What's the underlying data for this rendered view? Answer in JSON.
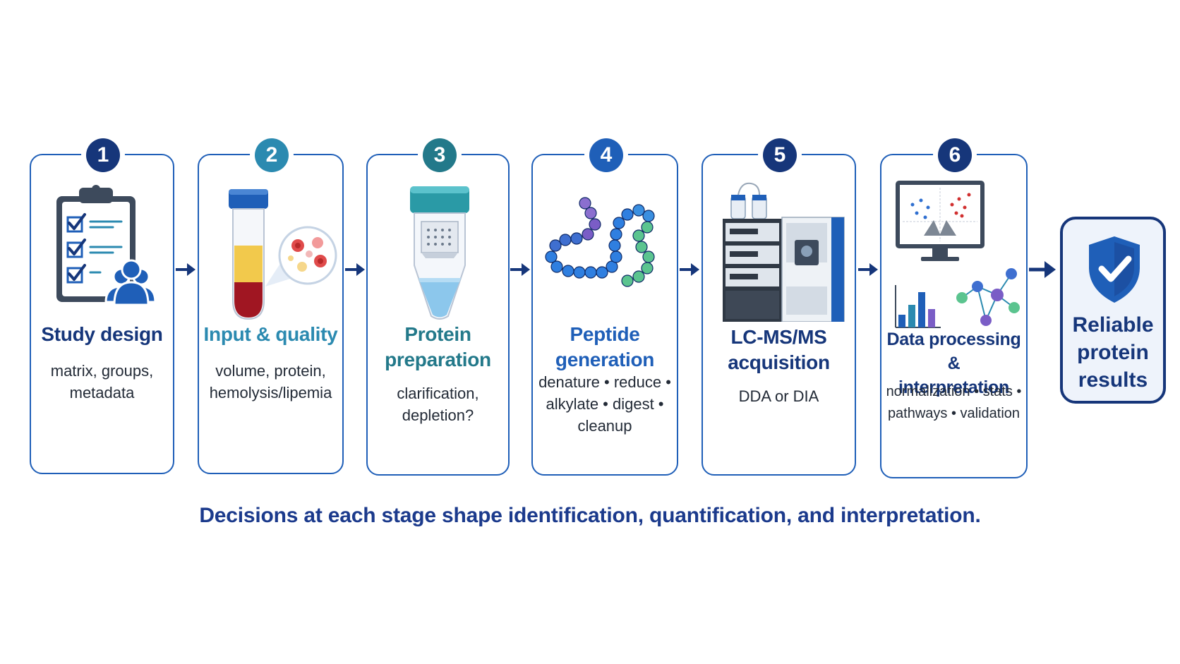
{
  "stages": [
    {
      "number": "1",
      "title_lines": [
        "Study design"
      ],
      "desc_lines": [
        "matrix, groups,",
        "metadata"
      ],
      "icon": "clipboard-checklist-people-icon",
      "accent": "#16367a"
    },
    {
      "number": "2",
      "title_lines": [
        "Input & quality"
      ],
      "desc_lines": [
        "volume, protein,",
        "hemolysis/lipemia"
      ],
      "icon": "blood-tube-microscopy-icon",
      "accent": "#2b8ab0"
    },
    {
      "number": "3",
      "title_lines": [
        "Protein",
        "preparation"
      ],
      "desc_lines": [
        "clarification,",
        "depletion?"
      ],
      "icon": "filter-tube-icon",
      "accent": "#23798a"
    },
    {
      "number": "4",
      "title_lines": [
        "Peptide",
        "generation"
      ],
      "desc_lines": [
        "denature • reduce •",
        "alkylate • digest •",
        "cleanup"
      ],
      "icon": "peptide-chain-icon",
      "accent": "#1f5fb8"
    },
    {
      "number": "5",
      "title_lines": [
        "LC-MS/MS",
        "acquisition"
      ],
      "desc_lines": [
        "DDA or DIA"
      ],
      "icon": "mass-spectrometer-icon",
      "accent": "#16367a"
    },
    {
      "number": "6",
      "title_lines": [
        "Data processing &",
        "interpretation"
      ],
      "desc_lines": [
        "normalization • stats •",
        "pathways • validation"
      ],
      "icon": "volcano-plot-network-icon",
      "accent": "#16367a"
    }
  ],
  "final": {
    "title_lines": [
      "Reliable",
      "protein",
      "results"
    ],
    "icon": "shield-check-icon",
    "accent": "#16367a"
  },
  "caption": "Decisions at each stage shape identification, quantification, and interpretation.",
  "colors": {
    "navy": "#16367a",
    "border": "#1f5fb8",
    "teal": "#2b8ab0"
  }
}
